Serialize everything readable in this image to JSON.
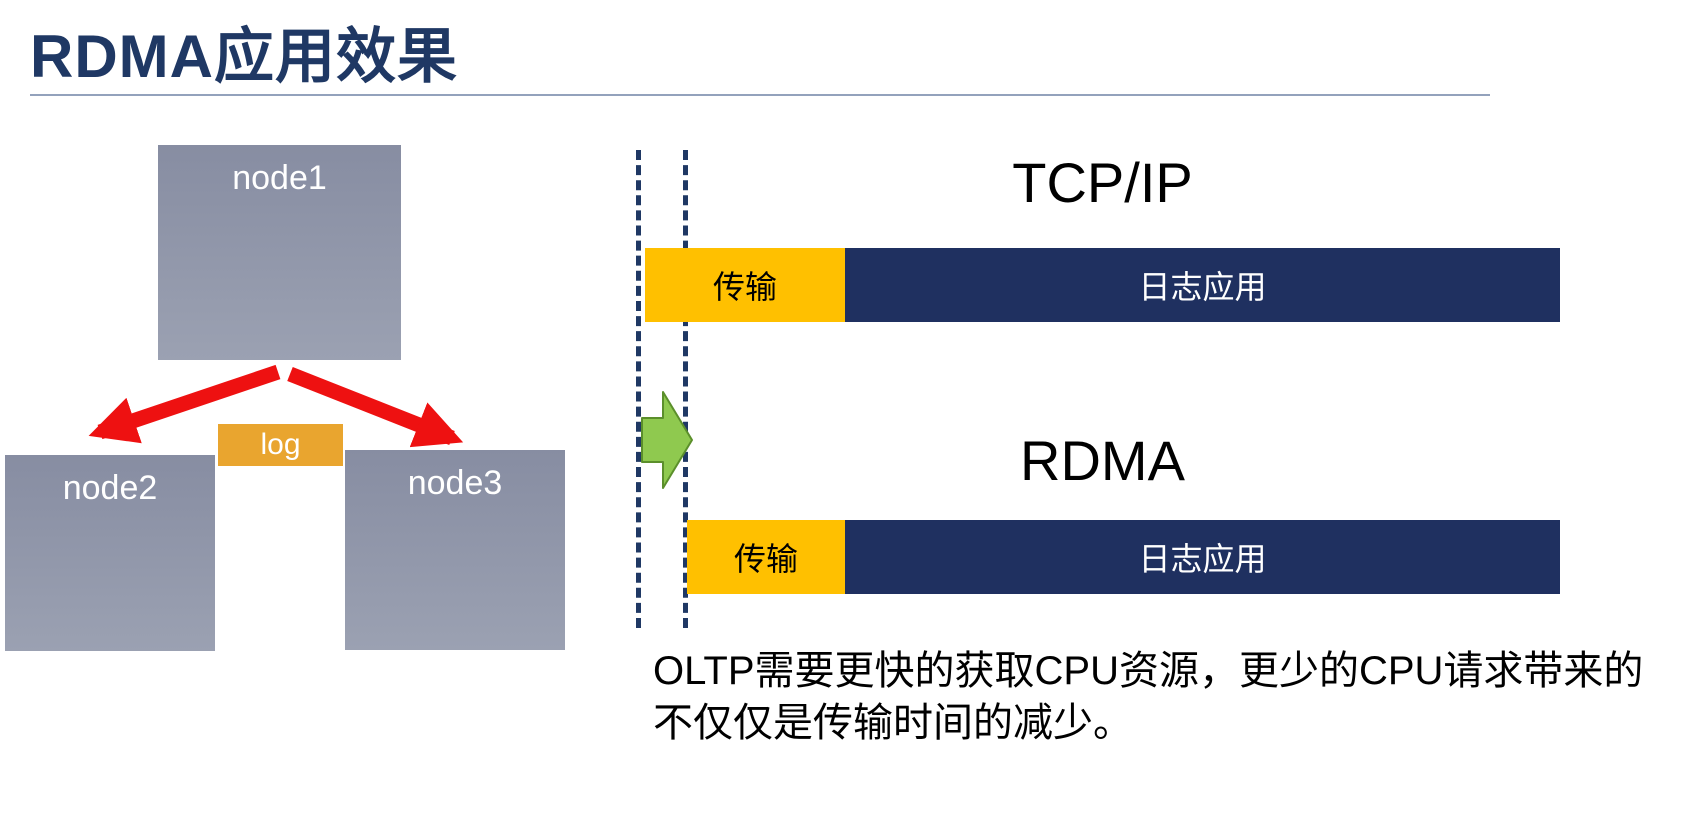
{
  "slide": {
    "title": "RDMA应用效果"
  },
  "cluster": {
    "node1": "node1",
    "node2": "node2",
    "node3": "node3",
    "log": "log"
  },
  "comparison": {
    "tcp": {
      "title": "TCP/IP",
      "transfer": "传输",
      "app": "日志应用"
    },
    "rdma": {
      "title": "RDMA",
      "transfer": "传输",
      "app": "日志应用"
    },
    "caption": "OLTP需要更快的获取CPU资源，更少的CPU请求带来的不仅仅是传输时间的减少。"
  },
  "colors": {
    "title_navy": "#1F3864",
    "bar_navy": "#1F3060",
    "gold": "#FFC000",
    "log_gold": "#E9A52F",
    "node_gray": "#8C92A6",
    "arrow_red": "#EE1111",
    "arrow_green": "#8FC94F",
    "dashed_navy": "#1F3864"
  }
}
